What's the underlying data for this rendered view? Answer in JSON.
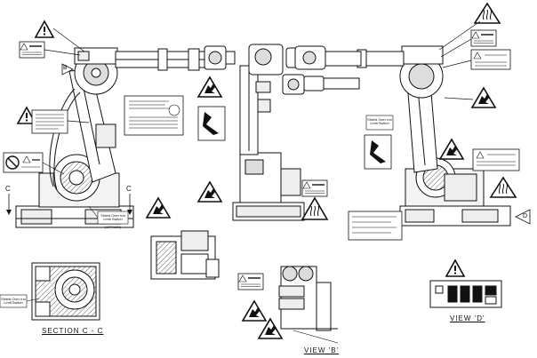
{
  "labels": {
    "section_cc": "SECTION  C - C",
    "view_b": "VIEW  'B'",
    "view_d": "VIEW  'D'",
    "marker_b": "B",
    "marker_d": "D",
    "marker_c_left": "C",
    "marker_c_right": "C",
    "limit_switch_main": "Shield Over run\nLimit Switch",
    "limit_switch_option": "(OPTION)",
    "limit_switch_section": "Shield Over run\nLimit Switch",
    "limit_switch_right": "Shield Over run\nLimit Switch"
  },
  "colors": {
    "line": "#111111",
    "hatch": "#333333",
    "fill": "#ffffff"
  },
  "icons": {
    "warning": "warning-triangle-icon",
    "hand_crush": "hand-crush-icon",
    "hot_surface": "hot-surface-icon",
    "prohibition": "prohibition-icon",
    "machine_stop": "machine-stop-icon"
  }
}
